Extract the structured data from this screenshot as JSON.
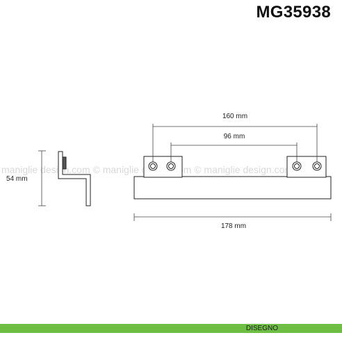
{
  "product_code": "MG35938",
  "watermark": "maniglie design.com © maniglie design.com © maniglie design.com ©",
  "dimensions": {
    "height": "54 mm",
    "hole_outer": "160 mm",
    "hole_inner": "96 mm",
    "length": "178 mm"
  },
  "footer": {
    "label": "DISEGNO",
    "color": "#6fbe44"
  }
}
